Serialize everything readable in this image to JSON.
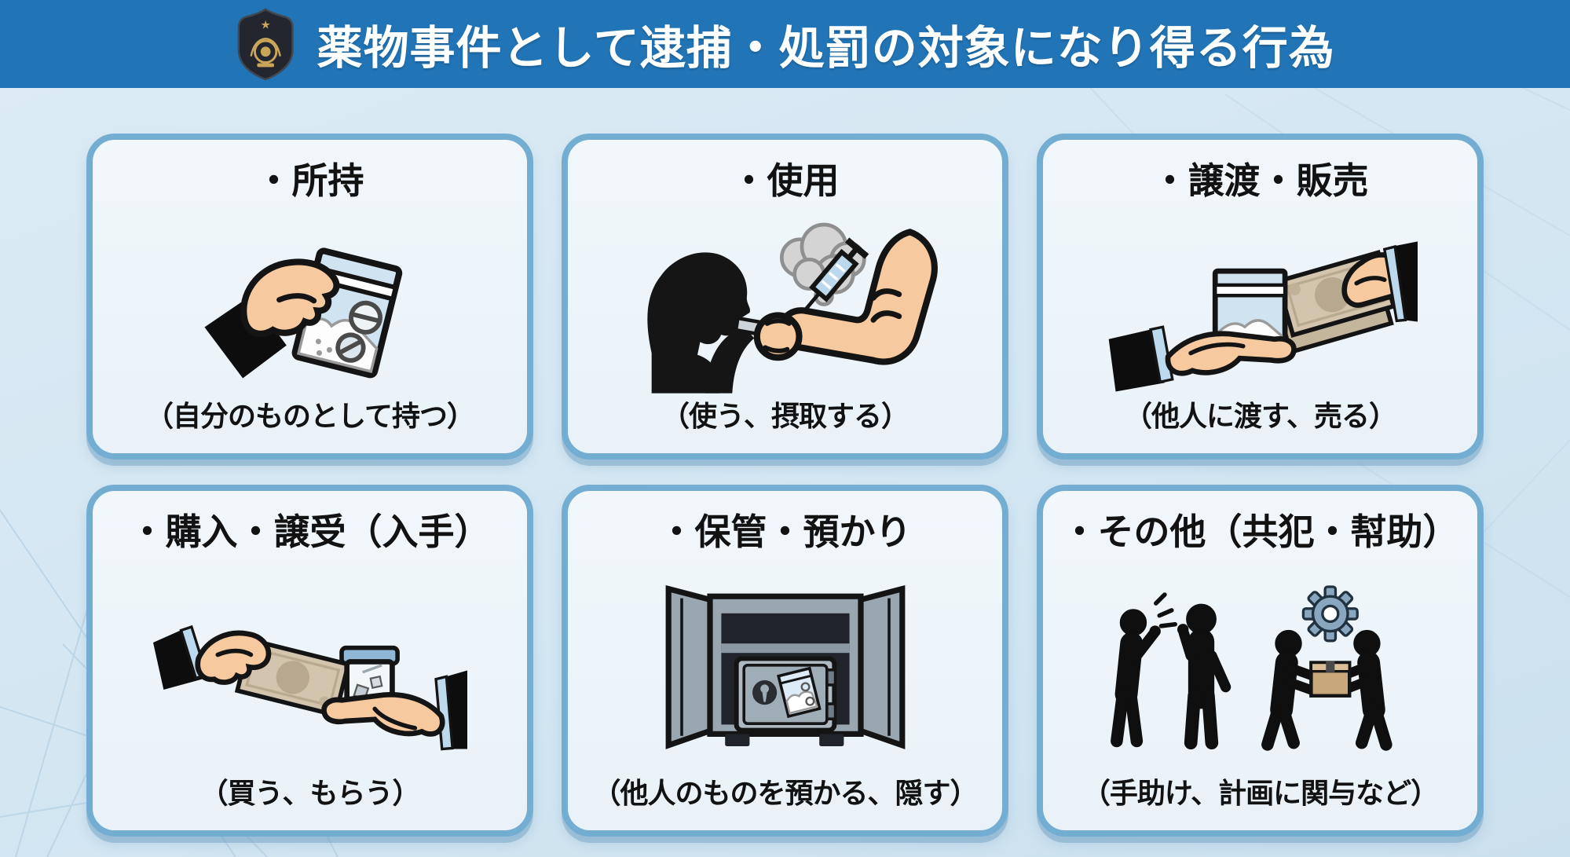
{
  "header": {
    "title": "薬物事件として逮捕・処罰の対象になり得る行為",
    "badge_icon": "police-badge-icon",
    "bg_color": "#2174b6",
    "text_color": "#ffffff"
  },
  "cards": [
    {
      "id": "possession",
      "title": "・所持",
      "caption": "（自分のものとして持つ）",
      "icon": "hand-holding-drug-bag-icon"
    },
    {
      "id": "use",
      "title": "・使用",
      "caption": "（使う、摂取する）",
      "icon": "smoking-pipe-and-syringe-injection-icon"
    },
    {
      "id": "transfer-sale",
      "title": "・譲渡・販売",
      "caption": "（他人に渡す、売る）",
      "icon": "handing-drug-bag-for-money-icon"
    },
    {
      "id": "purchase-receipt",
      "title": "・購入・譲受（入手）",
      "caption": "（買う、もらう）",
      "icon": "paying-money-receiving-vial-icon"
    },
    {
      "id": "storage-keeping",
      "title": "・保管・預かり",
      "caption": "（他人のものを預かる、隠す）",
      "icon": "safe-with-drug-bag-icon"
    },
    {
      "id": "other-complicity",
      "title": "・その他（共犯・幇助）",
      "caption": "（手助け、計画に関与など）",
      "icon": "whispering-people-and-box-exchange-icon"
    }
  ],
  "colors": {
    "header_bg": "#2174b6",
    "header_text": "#ffffff",
    "page_bg": "#d5e7f2",
    "card_bg": "#edf4fa",
    "card_border": "#73add1",
    "text": "#121212",
    "skin": "#f6c99f",
    "cuff_blue": "#bcd9ed",
    "bag_blue": "#cfe3f1",
    "money_tan": "#d2c4ad",
    "smoke_gray": "#d4d4d4",
    "safe_gray": "#a4b0b9",
    "gear_blue": "#8aa6bf",
    "box_brown": "#c8a87b",
    "badge_gold": "#c9a55a"
  }
}
